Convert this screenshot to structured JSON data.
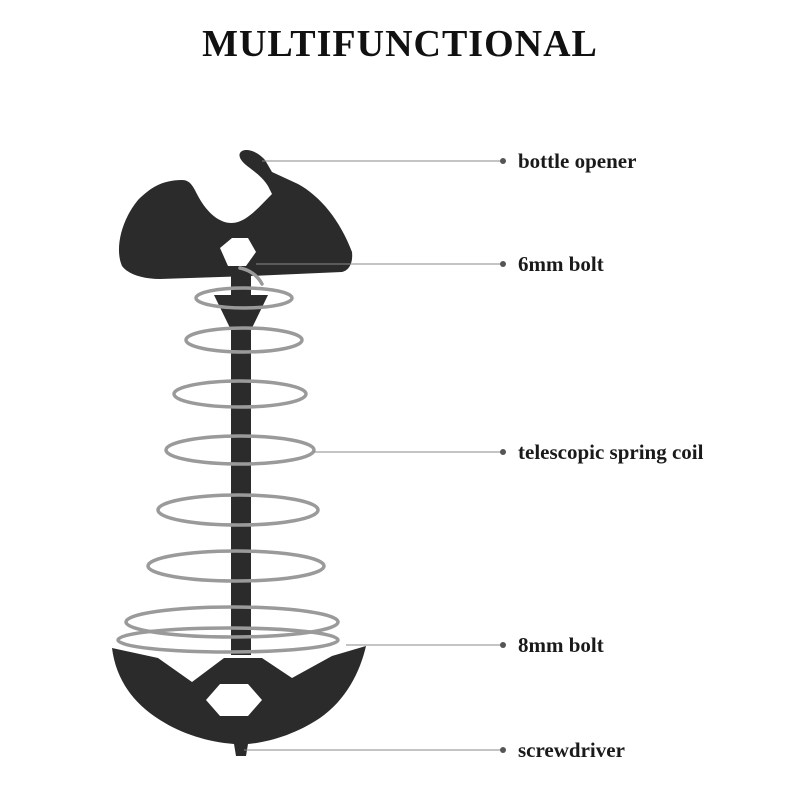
{
  "title": "MULTIFUNCTIONAL",
  "callouts": [
    {
      "label": "bottle opener"
    },
    {
      "label": "6mm bolt"
    },
    {
      "label": "telescopic spring coil"
    },
    {
      "label": "8mm bolt"
    },
    {
      "label": "screwdriver"
    }
  ],
  "colors": {
    "background": "#ffffff",
    "tool_body": "#2b2b2b",
    "spring": "#9a9a9a",
    "leader_line": "#8a8a8a",
    "text": "#111111"
  }
}
